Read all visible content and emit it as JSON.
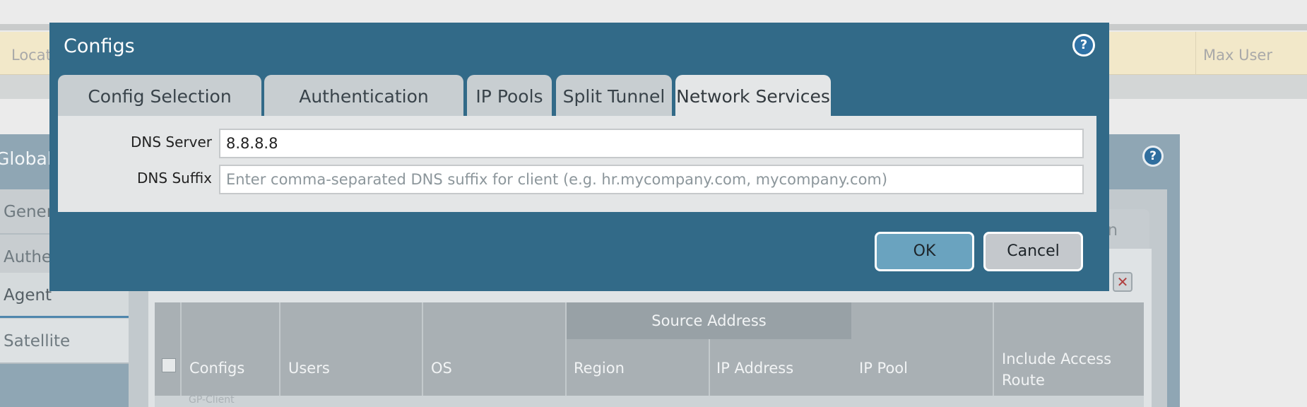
{
  "background": {
    "table_header": {
      "col_location": "Locat",
      "col_max_user": "Max User"
    },
    "dialog": {
      "title": "GlobalP",
      "help_icon": "question-icon",
      "sidebar_items": [
        "Genera",
        "Auther",
        "Agent",
        "Satellite"
      ],
      "tab_partial": "tion",
      "grid": {
        "group_header": "Source Address",
        "columns": [
          "Configs",
          "Users",
          "OS",
          "Region",
          "IP Address",
          "IP Pool",
          "Include Access Route"
        ],
        "first_row_partial": "GP-Client"
      }
    }
  },
  "modal": {
    "title": "Configs",
    "help_icon": "question-icon",
    "tabs": [
      {
        "label": "Config Selection Criteria",
        "active": false
      },
      {
        "label": "Authentication Override",
        "active": false
      },
      {
        "label": "IP Pools",
        "active": false
      },
      {
        "label": "Split Tunnel",
        "active": false
      },
      {
        "label": "Network Services",
        "active": true
      }
    ],
    "fields": {
      "dns_server": {
        "label": "DNS Server",
        "value": "8.8.8.8"
      },
      "dns_suffix": {
        "label": "DNS Suffix",
        "value": "",
        "placeholder": "Enter comma-separated DNS suffix for client (e.g. hr.mycompany.com, mycompany.com)"
      }
    },
    "buttons": {
      "ok": "OK",
      "cancel": "Cancel"
    }
  },
  "colors": {
    "modal_bg": "#326a88",
    "ok_button": "#6aa3bf",
    "cancel_button": "#c4c8cc",
    "background_header": "#f2e8c9"
  }
}
